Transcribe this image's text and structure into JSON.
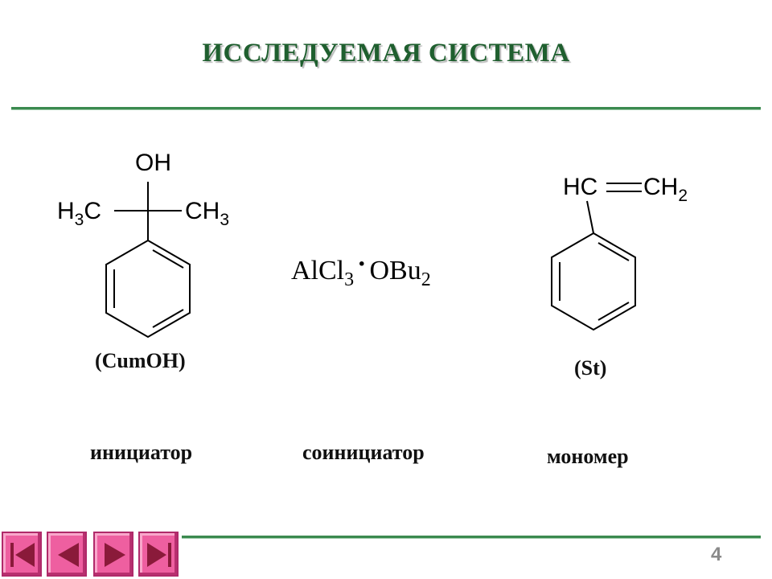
{
  "title": "ИССЛЕДУЕМАЯ СИСТЕМА",
  "initiator": {
    "oh": "OH",
    "left_group": "H",
    "left_sub": "3",
    "left_c": "C",
    "right_group": "CH",
    "right_sub": "3",
    "abbrev": "(CumOH)",
    "role": "инициатор"
  },
  "coinitiator": {
    "part1": "AlCl",
    "part1_sub": "3",
    "dot": "·",
    "part2": "OBu",
    "part2_sub": "2",
    "role": "соинициатор"
  },
  "monomer": {
    "hc": "HC",
    "ch": "CH",
    "ch_sub": "2",
    "abbrev": "(St)",
    "role": "мономер"
  },
  "page_number": "4",
  "colors": {
    "title": "#1f5f2f",
    "rule": "#3b8a4f",
    "nav_button": "#ee5fa0",
    "nav_arrow": "#8a1a3a"
  },
  "nav": {
    "icons": [
      "first-slide-icon",
      "previous-slide-icon",
      "next-slide-icon",
      "last-slide-icon"
    ]
  }
}
